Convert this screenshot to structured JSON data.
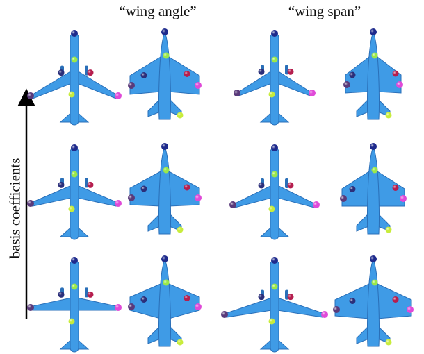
{
  "columns": [
    {
      "title": "“wing angle”"
    },
    {
      "title": "“wing span”"
    }
  ],
  "y_axis_label": "basis coefficients",
  "colors": {
    "plane_body": "#3f9be6",
    "plane_shadow": "#2a6fb8",
    "keypoint_nose": "#1e2a8c",
    "keypoint_green": "#9be84a",
    "keypoint_darkblue": "#2c2f7a",
    "keypoint_red": "#b51e4e",
    "keypoint_magenta": "#e04ad8",
    "keypoint_purple": "#5a3a7a",
    "keypoint_lime": "#c8ec3c"
  },
  "grid": {
    "rows": 3,
    "columns_per_group": 2,
    "groups": [
      "wing angle",
      "wing span"
    ],
    "aircraft_types": [
      "airliner",
      "fighter"
    ]
  }
}
